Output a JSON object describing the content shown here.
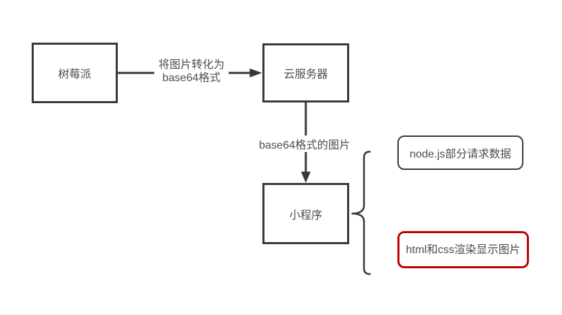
{
  "colors": {
    "background": "#ffffff",
    "stroke": "#383838",
    "text": "#4d4d4d",
    "red_border": "#c00000"
  },
  "nodes": {
    "raspberry_pi": {
      "label": "树莓派"
    },
    "cloud_server": {
      "label": "云服务器"
    },
    "mini_program": {
      "label": "小程序"
    },
    "nodejs_request": {
      "label": "node.js部分请求数据"
    },
    "html_css_render": {
      "label": "html和css渲染显示图片"
    }
  },
  "edges": {
    "pi_to_cloud": {
      "label": "将图片转化为\nbase64格式"
    },
    "cloud_to_mini": {
      "label": "base64格式的图片"
    }
  }
}
